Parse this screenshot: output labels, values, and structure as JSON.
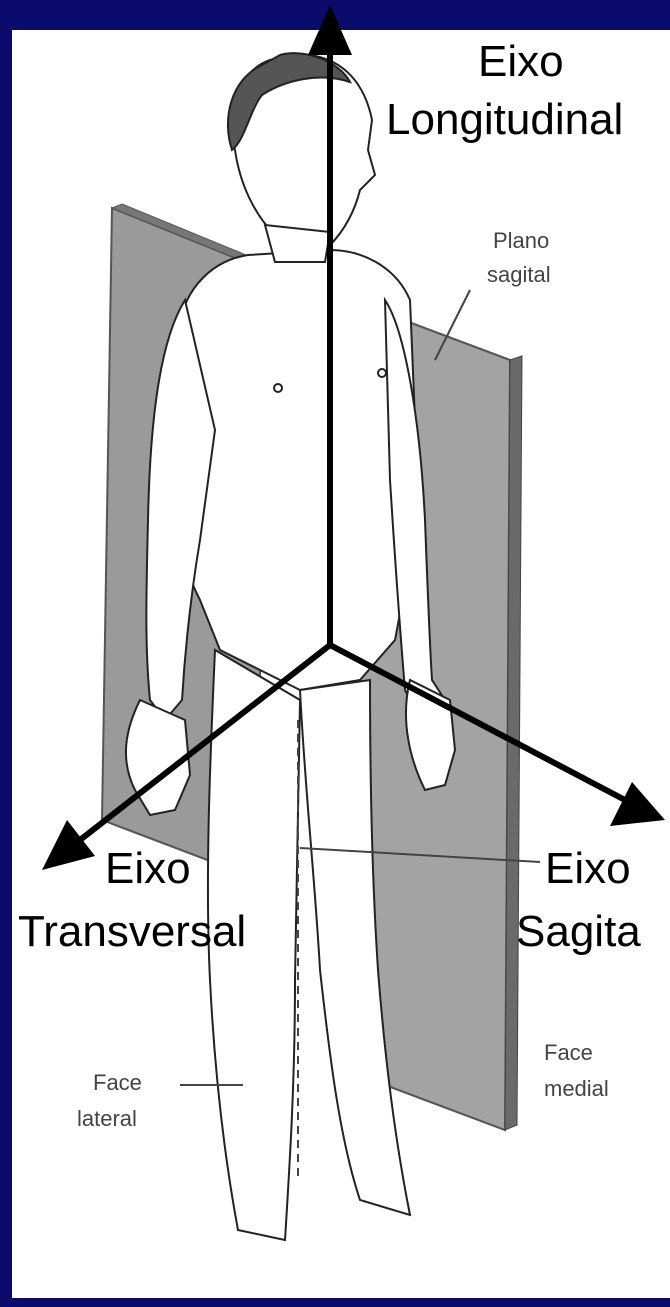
{
  "axes": {
    "longitudinal": {
      "line1": "Eixo",
      "line2": "Longitudinal"
    },
    "transversal": {
      "line1": "Eixo",
      "line2": "Transversal"
    },
    "sagital": {
      "line1": "Eixo",
      "line2": "Sagita"
    }
  },
  "annotations": {
    "plano_sagital": {
      "line1": "Plano",
      "line2": "sagital"
    },
    "face_lateral": {
      "line1": "Face",
      "line2": "lateral"
    },
    "face_medial": {
      "line1": "Face",
      "line2": "medial"
    }
  },
  "colors": {
    "frame": "#0b0b6e",
    "panel": "#ffffff",
    "plane": "#9a9a9a",
    "plane_edge": "#5a5a5a",
    "arrow": "#000000"
  }
}
